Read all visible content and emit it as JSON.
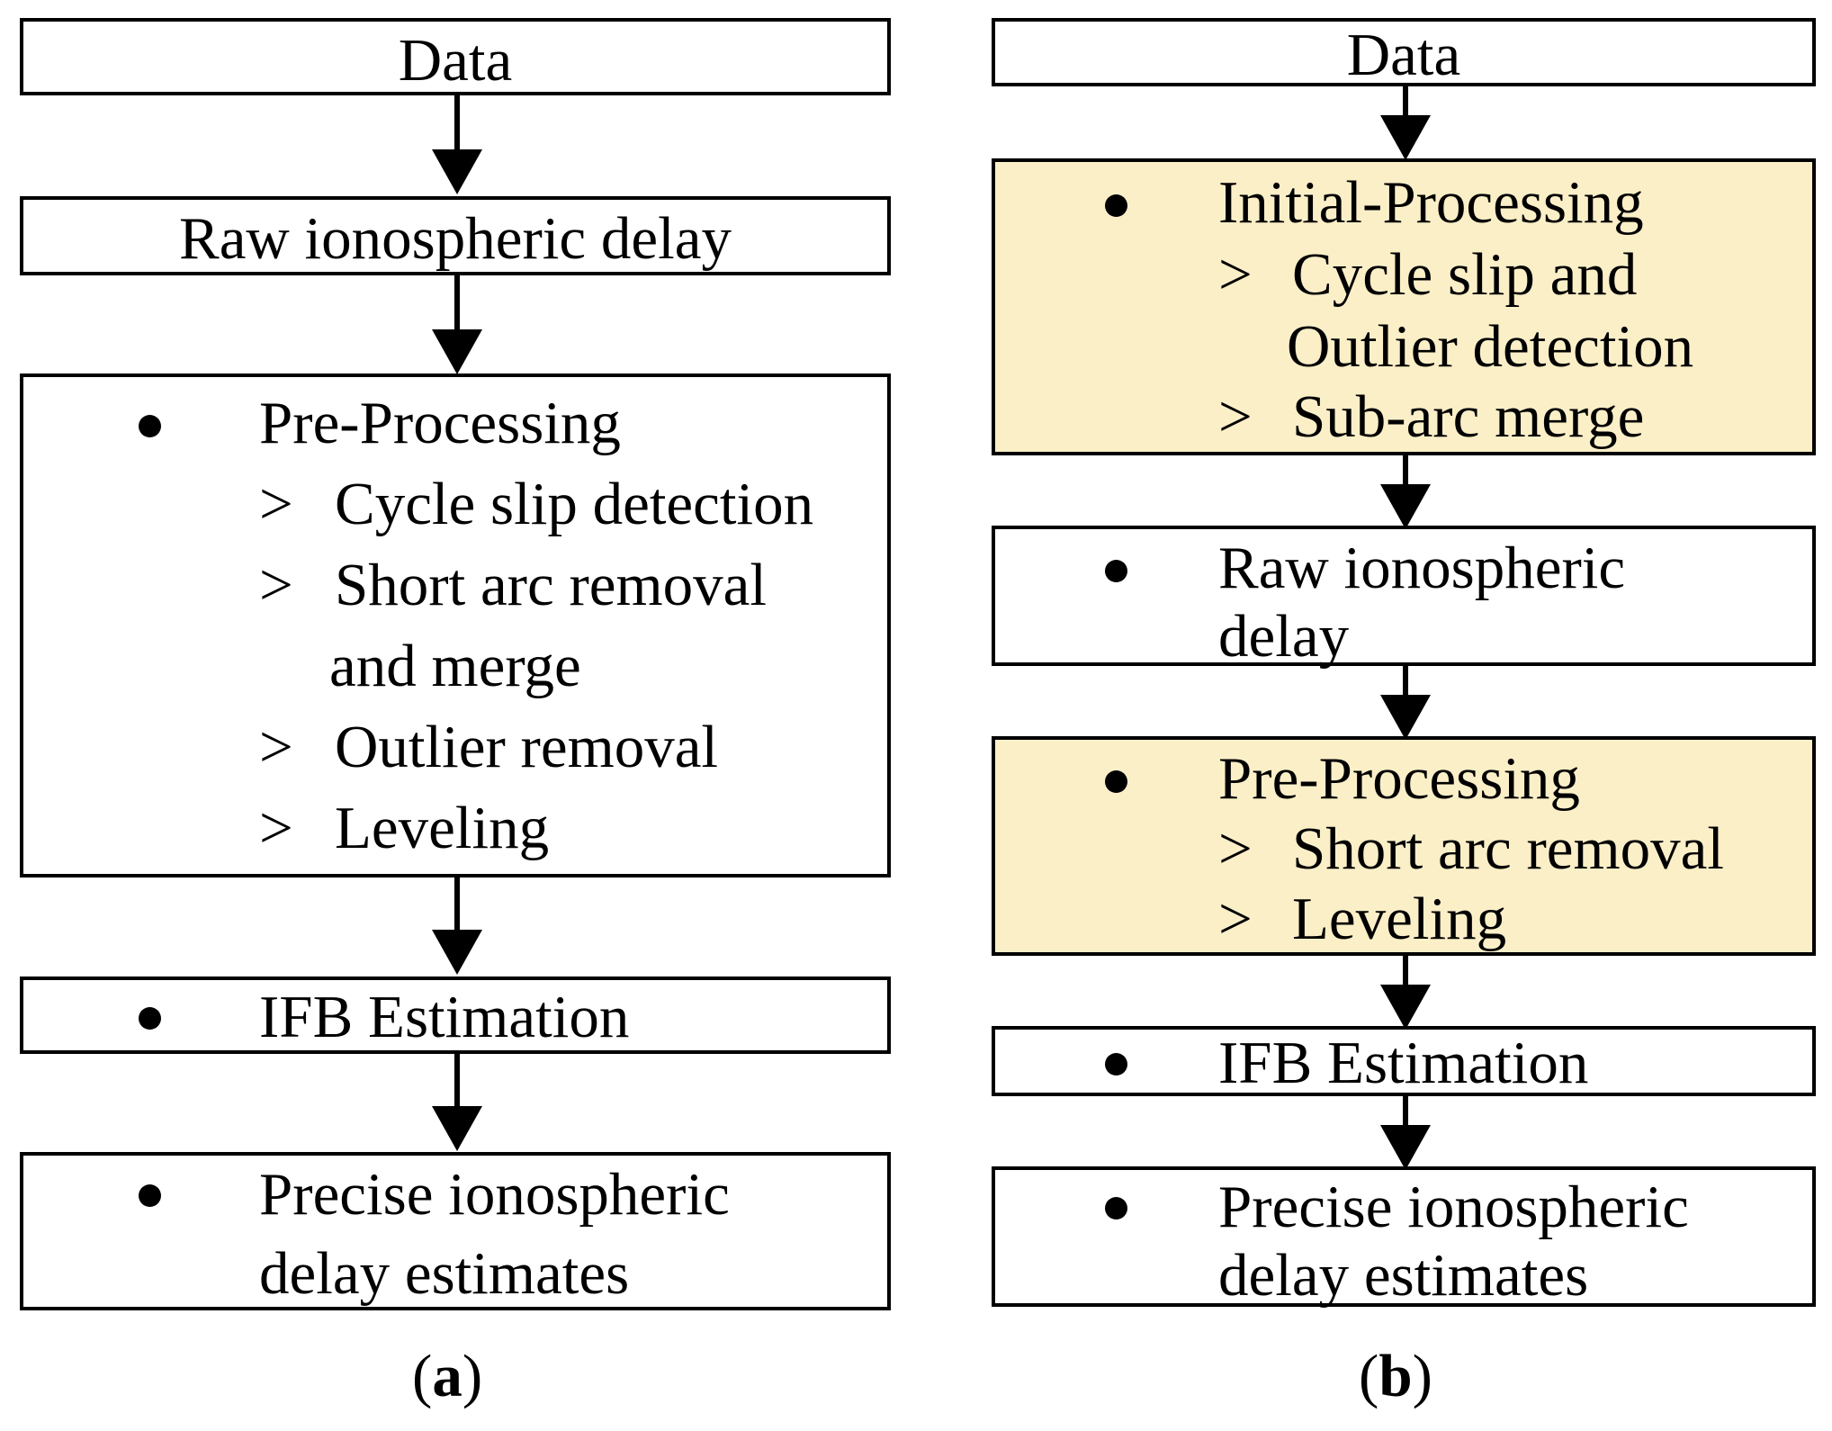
{
  "panel_a": {
    "data": "Data",
    "raw": "Raw ionospheric delay",
    "pre_processing": {
      "title": "Pre-Processing",
      "items": [
        "Cycle slip detection",
        "Short arc removal",
        "and merge",
        "Outlier removal",
        "Leveling"
      ]
    },
    "ifb": "IFB Estimation",
    "precise": [
      "Precise ionospheric",
      "delay estimates"
    ],
    "caption": {
      "open": "(",
      "letter": "a",
      "close": ")"
    }
  },
  "panel_b": {
    "data": "Data",
    "initial_processing": {
      "title": "Initial-Processing",
      "items": [
        "Cycle slip and",
        "Outlier detection",
        "Sub-arc merge"
      ]
    },
    "raw": [
      "Raw ionospheric",
      "delay"
    ],
    "pre_processing": {
      "title": "Pre-Processing",
      "items": [
        "Short arc removal",
        "Leveling"
      ]
    },
    "ifb": "IFB Estimation",
    "precise": [
      "Precise ionospheric",
      "delay estimates"
    ],
    "caption": {
      "open": "(",
      "letter": "b",
      "close": ")"
    }
  },
  "symbols": {
    "bullet": "•",
    "marker": ">"
  },
  "colors": {
    "highlight_fill": "#fbefc8",
    "stroke": "#000000"
  }
}
